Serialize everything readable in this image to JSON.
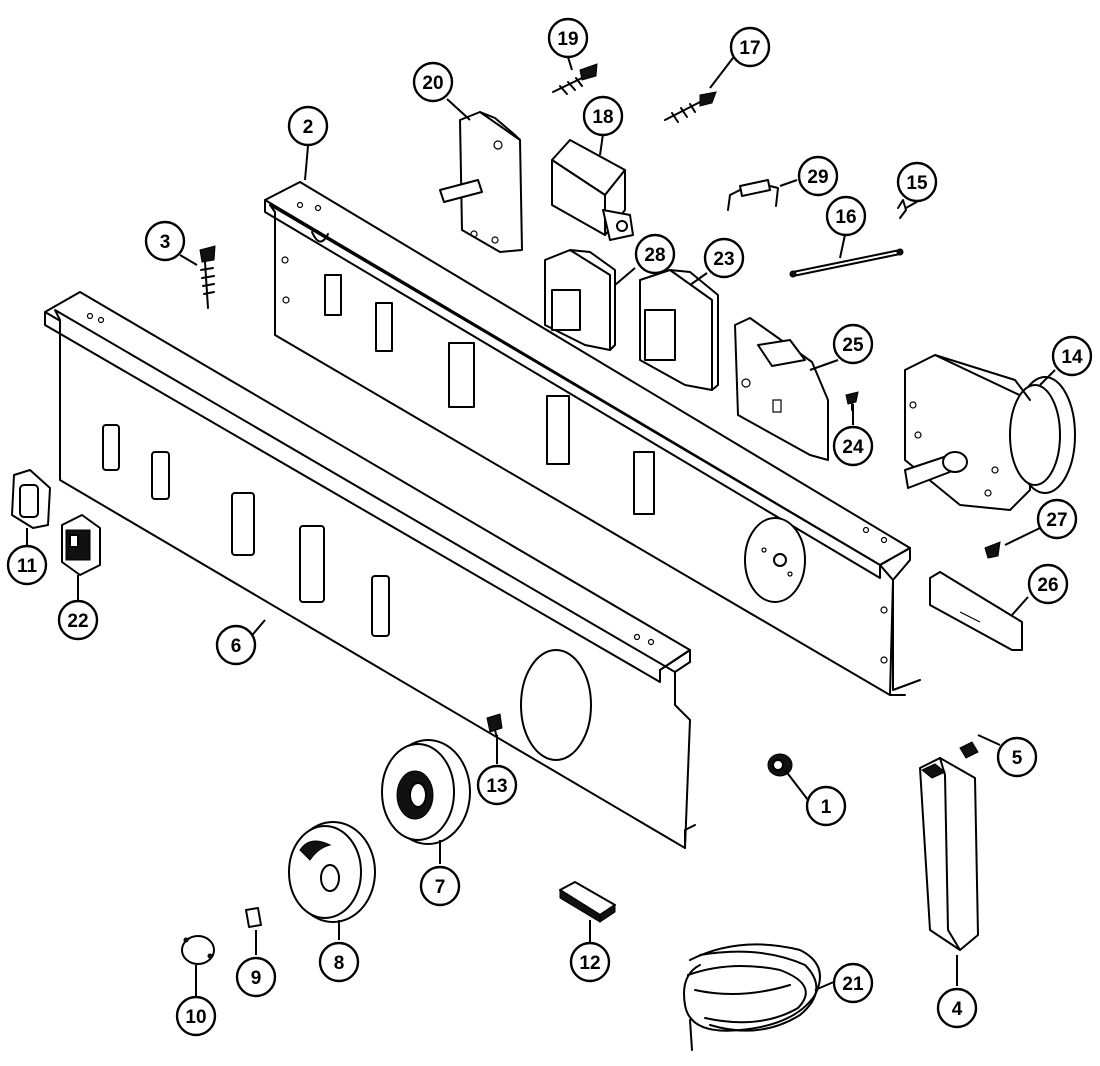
{
  "diagram": {
    "parts": [
      {
        "number": "1"
      },
      {
        "number": "2"
      },
      {
        "number": "3"
      },
      {
        "number": "4"
      },
      {
        "number": "5"
      },
      {
        "number": "6"
      },
      {
        "number": "7"
      },
      {
        "number": "8"
      },
      {
        "number": "9"
      },
      {
        "number": "10"
      },
      {
        "number": "11"
      },
      {
        "number": "12"
      },
      {
        "number": "13"
      },
      {
        "number": "14"
      },
      {
        "number": "15"
      },
      {
        "number": "16"
      },
      {
        "number": "17"
      },
      {
        "number": "18"
      },
      {
        "number": "19"
      },
      {
        "number": "20"
      },
      {
        "number": "21"
      },
      {
        "number": "22"
      },
      {
        "number": "23"
      },
      {
        "number": "24"
      },
      {
        "number": "25"
      },
      {
        "number": "26"
      },
      {
        "number": "27"
      },
      {
        "number": "28"
      },
      {
        "number": "29"
      }
    ]
  }
}
